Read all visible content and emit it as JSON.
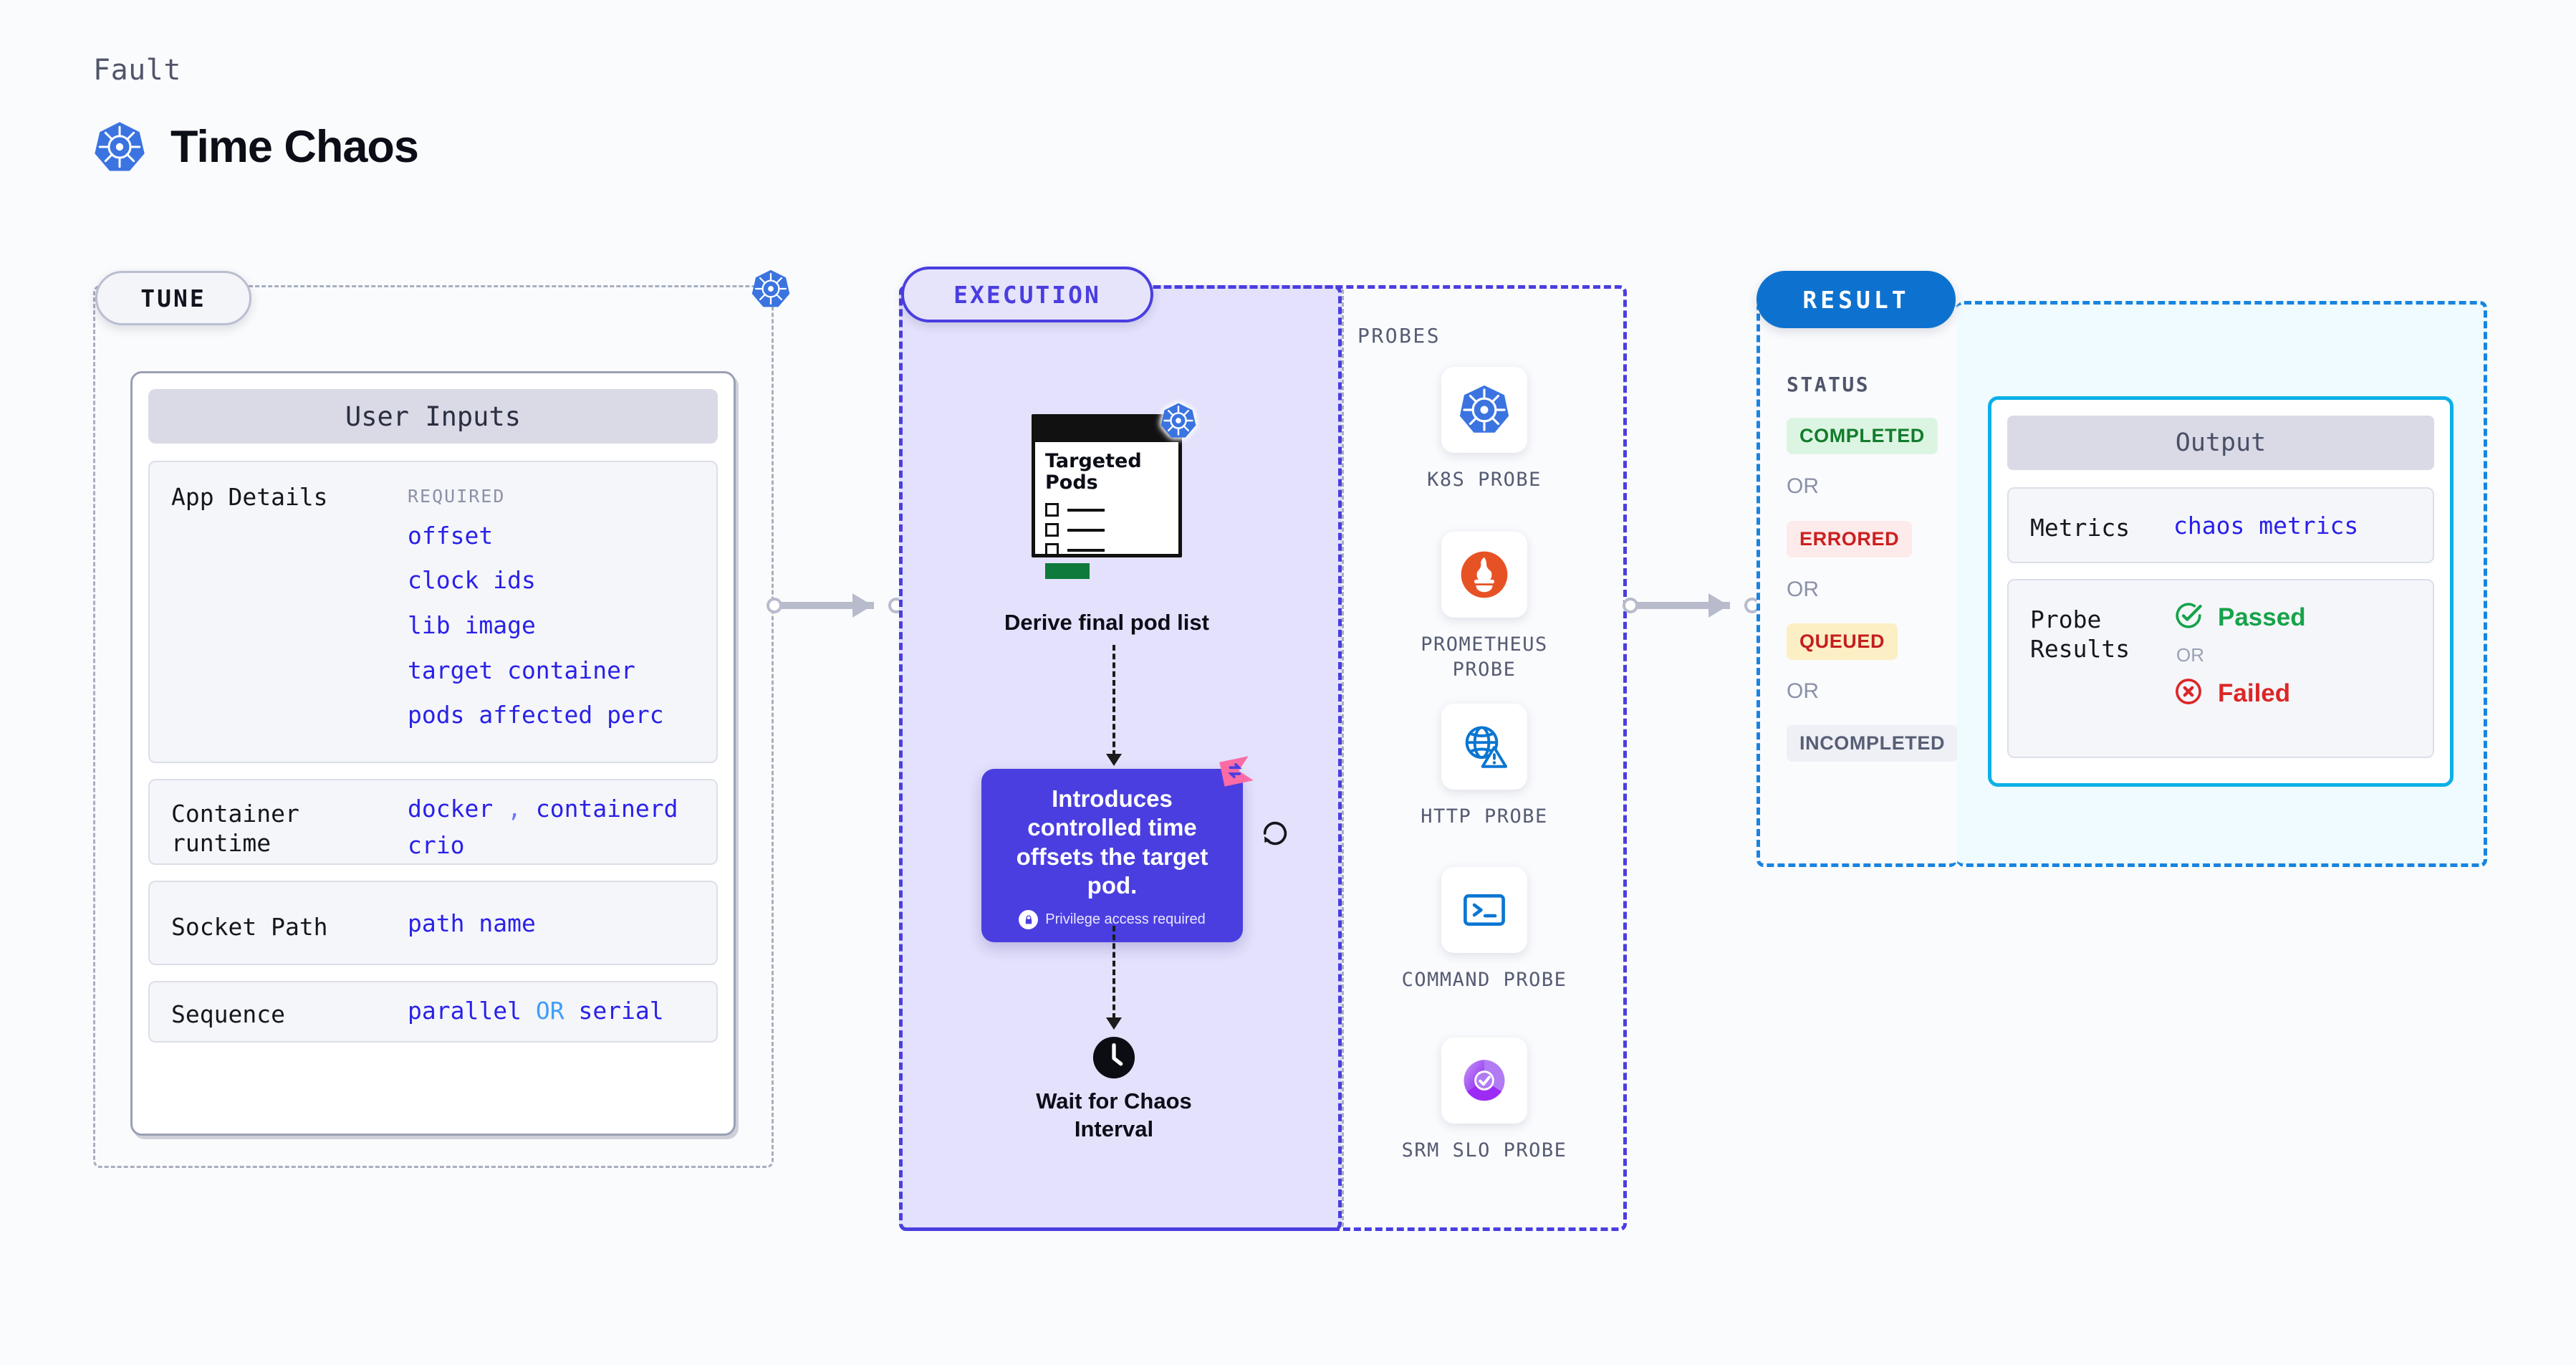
{
  "header": {
    "kicker": "Fault",
    "title": "Time Chaos",
    "logo_icon": "kubernetes-icon"
  },
  "stages": {
    "tune": {
      "badge": "TUNE"
    },
    "execution": {
      "badge": "EXECUTION"
    },
    "result": {
      "badge": "RESULT"
    }
  },
  "tune": {
    "card_title": "User Inputs",
    "rows": [
      {
        "label": "App Details",
        "required_tag": "REQUIRED",
        "values": [
          "offset",
          "clock ids",
          "lib image",
          "target container",
          "pods affected perc"
        ]
      },
      {
        "label": "Container runtime",
        "values": [
          "docker",
          "containerd",
          "crio"
        ],
        "separator": ","
      },
      {
        "label": "Socket Path",
        "values": [
          "path name"
        ]
      },
      {
        "label": "Sequence",
        "values": [
          "parallel",
          "serial"
        ],
        "joiner": "OR"
      }
    ]
  },
  "execution": {
    "pod_card": {
      "title": "Targeted Pods",
      "badge_icon": "kubernetes-icon",
      "checkbox_rows": 3
    },
    "node1_label": "Derive final pod list",
    "callout": {
      "text": "Introduces controlled time offsets the target pod.",
      "note": "Privilege access required",
      "note_icon": "lock-icon",
      "corner_icon": "swap-flag-icon",
      "side_icon": "rotate-ccw-icon",
      "color": "#4a3ee0"
    },
    "node2_label": "Wait for Chaos Interval",
    "node2_icon": "clock-icon"
  },
  "probes": {
    "title": "PROBES",
    "items": [
      {
        "label": "K8S PROBE",
        "icon": "kubernetes-icon"
      },
      {
        "label": "PROMETHEUS PROBE",
        "icon": "prometheus-icon"
      },
      {
        "label": "HTTP PROBE",
        "icon": "globe-warning-icon"
      },
      {
        "label": "COMMAND PROBE",
        "icon": "terminal-icon"
      },
      {
        "label": "SRM SLO PROBE",
        "icon": "slo-donut-check-icon"
      }
    ]
  },
  "result": {
    "status_title": "STATUS",
    "or_text": "OR",
    "statuses": [
      {
        "label": "COMPLETED",
        "bg": "#dcf5e2",
        "fg": "#127c2c"
      },
      {
        "label": "ERRORED",
        "bg": "#fdeaea",
        "fg": "#cc1f1f"
      },
      {
        "label": "QUEUED",
        "bg": "#fdefc5",
        "fg": "#c41f1f"
      },
      {
        "label": "INCOMPLETED",
        "bg": "#eef0f5",
        "fg": "#585e75"
      }
    ],
    "output": {
      "card_title": "Output",
      "metrics_label": "Metrics",
      "metrics_value": "chaos metrics",
      "probe_results_label": "Probe Results",
      "passed_label": "Passed",
      "failed_label": "Failed",
      "or_text": "OR",
      "passed_icon": "check-circle-icon",
      "failed_icon": "x-circle-icon",
      "border_color": "#0bb0e8"
    }
  }
}
